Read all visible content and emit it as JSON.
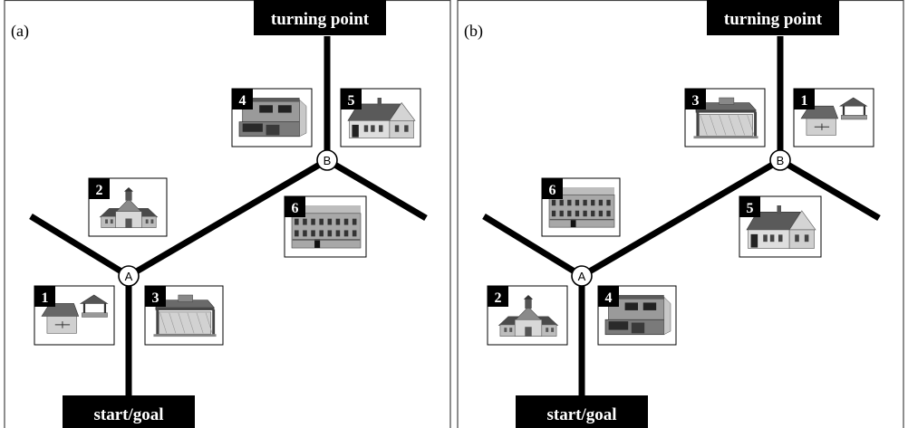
{
  "panels": [
    {
      "label": "(a)",
      "top_label": "turning point",
      "bottom_label": "start/goal",
      "junction_a": "A",
      "junction_b": "B",
      "landmarks": [
        {
          "number": "1",
          "building": "gazebo-well"
        },
        {
          "number": "2",
          "building": "chapel"
        },
        {
          "number": "3",
          "building": "pavilion"
        },
        {
          "number": "4",
          "building": "modern-house"
        },
        {
          "number": "5",
          "building": "cottage"
        },
        {
          "number": "6",
          "building": "townhouse"
        }
      ]
    },
    {
      "label": "(b)",
      "top_label": "turning point",
      "bottom_label": "start/goal",
      "junction_a": "A",
      "junction_b": "B",
      "landmarks": [
        {
          "number": "2",
          "building": "chapel"
        },
        {
          "number": "6",
          "building": "townhouse"
        },
        {
          "number": "4",
          "building": "modern-house"
        },
        {
          "number": "3",
          "building": "pavilion"
        },
        {
          "number": "1",
          "building": "gazebo-well"
        },
        {
          "number": "5",
          "building": "cottage"
        }
      ]
    }
  ]
}
